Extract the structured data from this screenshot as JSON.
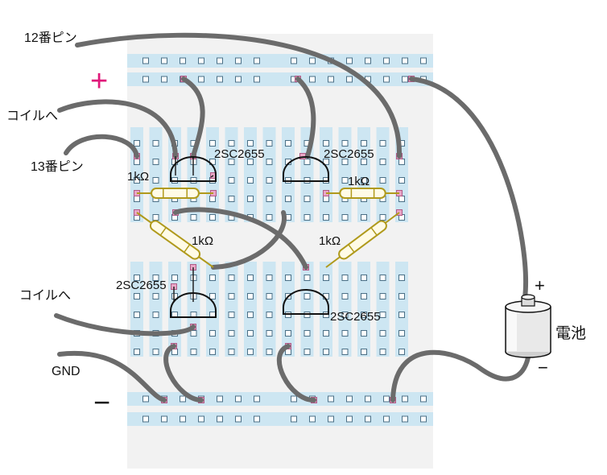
{
  "labels": {
    "pin12": "12番ピン",
    "coil_top": "コイルへ",
    "pin13": "13番ピン",
    "coil_bottom": "コイルへ",
    "gnd": "GND",
    "plus_rail": "+",
    "minus_rail": "−",
    "battery": "電池",
    "battery_plus": "+",
    "battery_minus": "−"
  },
  "transistors": [
    {
      "id": "q-top-left",
      "label": "2SC2655"
    },
    {
      "id": "q-top-right",
      "label": "2SC2655"
    },
    {
      "id": "q-bottom-left",
      "label": "2SC2655"
    },
    {
      "id": "q-bottom-right",
      "label": "2SC2655"
    }
  ],
  "resistors": [
    {
      "id": "r-top-left",
      "label": "1kΩ"
    },
    {
      "id": "r-top-right",
      "label": "1kΩ"
    },
    {
      "id": "r-cross-left",
      "label": "1kΩ"
    },
    {
      "id": "r-cross-right",
      "label": "1kΩ"
    }
  ],
  "colors": {
    "board": "#f2f2f2",
    "strip": "#cde6f2",
    "hole_fill": "#ffffff",
    "hole_stroke": "#4a6f86",
    "used_hole": "#e9a6c6",
    "wire": "#6b6b6b",
    "plus_mark": "#e0187a",
    "resistor_stroke": "#b09a1c",
    "resistor_fill": "#fffbe6"
  }
}
